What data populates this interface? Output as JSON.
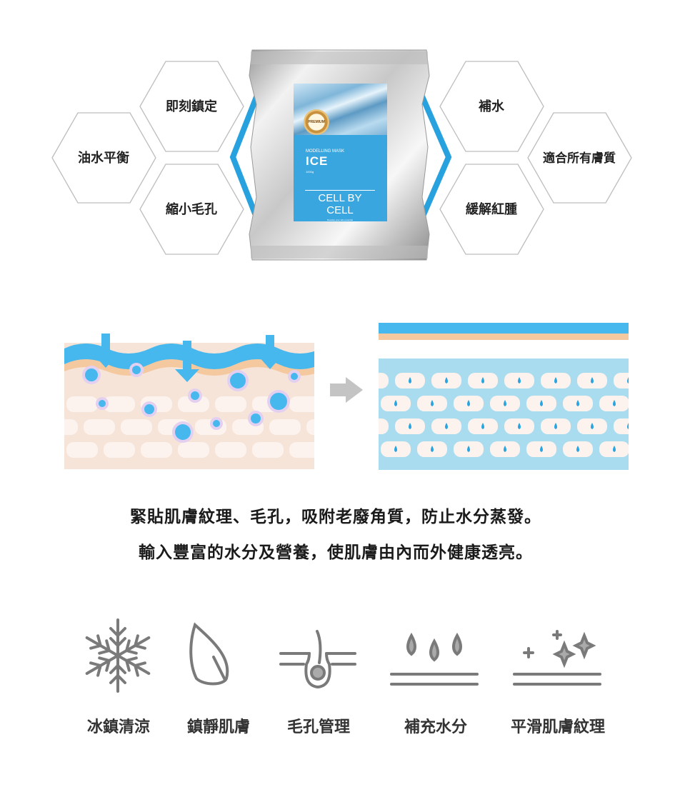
{
  "product": {
    "badge": "PREMIUM",
    "subtitle": "MODELLING MASK",
    "name": "ICE",
    "weight": "1000g",
    "brand": "CELL BY CELL",
    "tagline": "Develop your skin potential"
  },
  "benefits_left": [
    "即刻鎮定",
    "油水平衡",
    "縮小毛孔"
  ],
  "benefits_right": [
    "補水",
    "適合所有膚質",
    "緩解紅腫"
  ],
  "description": [
    "緊貼肌膚紋理、毛孔，吸附老廢角質，防止水分蒸發。",
    "輸入豐富的水分及營養，使肌膚由內而外健康透亮。"
  ],
  "features": [
    {
      "icon": "snowflake-icon",
      "label": "冰鎮清涼"
    },
    {
      "icon": "leaf-icon",
      "label": "鎮靜肌膚"
    },
    {
      "icon": "pore-icon",
      "label": "毛孔管理"
    },
    {
      "icon": "water-drops-icon",
      "label": "補充水分"
    },
    {
      "icon": "sparkle-icon",
      "label": "平滑肌膚紋理"
    }
  ],
  "colors": {
    "accent": "#2aa4e0",
    "icon_gray": "#7a7a7a",
    "skin": "#f7e4d8",
    "hydrated": "#aadcf0"
  }
}
